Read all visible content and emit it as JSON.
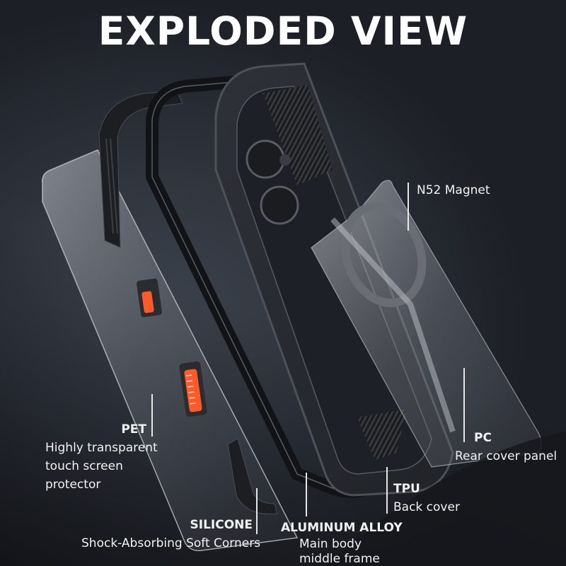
{
  "title": "EXPLODED VIEW",
  "colors": {
    "background": "#2a2e36",
    "text": "#ffffff",
    "accent_button": "#ff5a28",
    "frame_black": "#141518",
    "frame_gray": "#3a3d43"
  },
  "labels": {
    "pet": {
      "head": "PET",
      "lines": [
        "Highly transparent",
        "touch screen",
        "protector"
      ]
    },
    "silicone": {
      "head": "SILICONE",
      "lines": [
        "Shock-Absorbing Soft Corners"
      ]
    },
    "aluminum": {
      "head": "ALUMINUM ALLOY",
      "lines": [
        "Main body",
        "middle frame"
      ]
    },
    "tpu": {
      "head": "TPU",
      "lines": [
        "Back cover"
      ]
    },
    "pc": {
      "head": "PC",
      "lines": [
        "Rear cover panel"
      ]
    },
    "n52": {
      "head": "N52 Magnet"
    }
  },
  "product_layers": [
    "screen-protector",
    "silicone-corners",
    "aluminum-frame",
    "tpu-back-cover",
    "pc-rear-panel",
    "magnet-ring"
  ]
}
